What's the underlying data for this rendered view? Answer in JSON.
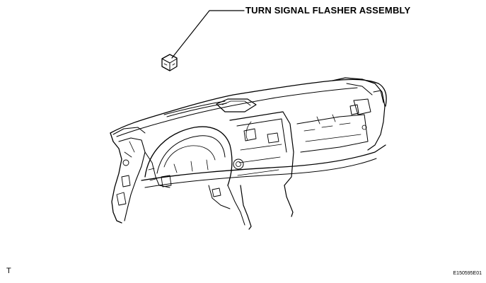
{
  "diagram": {
    "callout_label": "TURN SIGNAL FLASHER ASSEMBLY",
    "corner_mark": "T",
    "reference_code": "E150595E01"
  }
}
